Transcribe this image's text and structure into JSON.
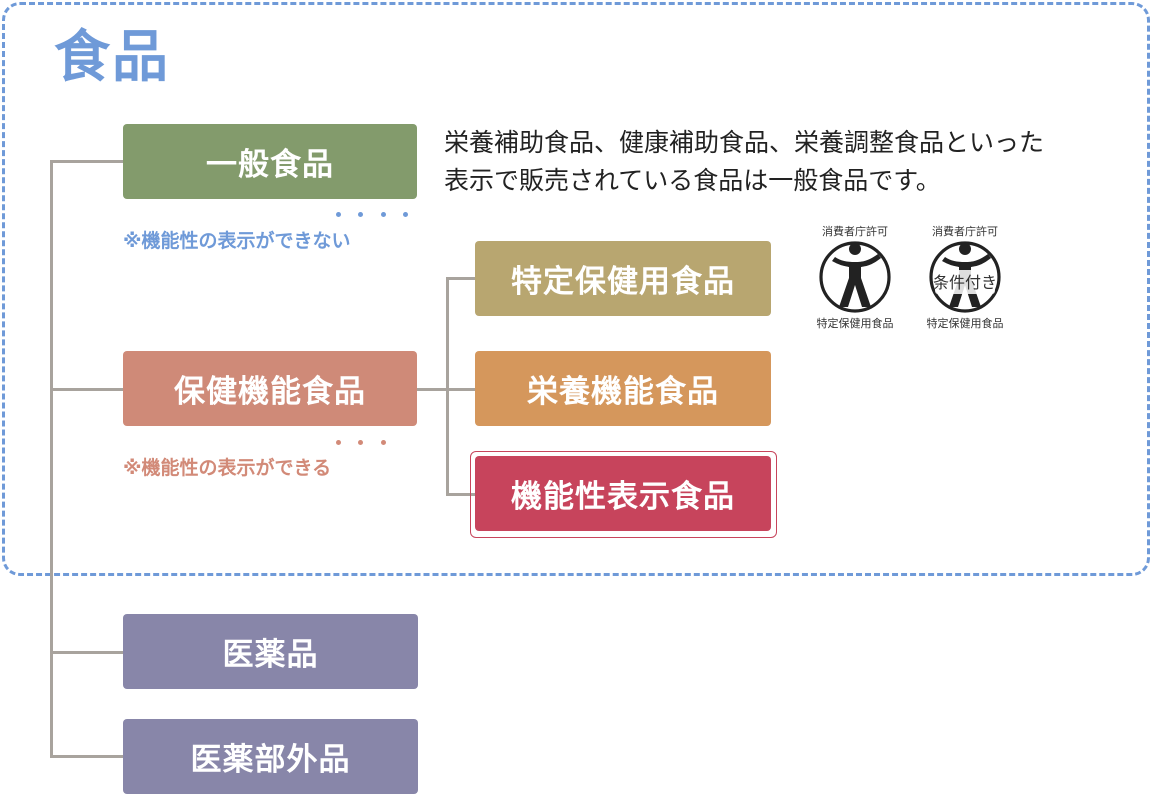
{
  "title": "食品",
  "boxes": {
    "general": "一般食品",
    "health": "保健機能食品",
    "foshu": "特定保健用食品",
    "nutrient": "栄養機能食品",
    "function": "機能性表示食品",
    "drug": "医薬品",
    "quasi_drug": "医薬部外品"
  },
  "notes": {
    "general": "※機能性の表示ができない",
    "health": "※機能性の表示ができる"
  },
  "description": "栄養補助食品、健康補助食品、栄養調整食品といった\n表示で販売されている食品は一般食品です。",
  "seals": {
    "foshu": {
      "top_text": "消費者庁許可",
      "bottom_text": "特定保健用食品"
    },
    "conditional": {
      "top_text": "消費者庁許可",
      "center_text": "条件付き",
      "bottom_text": "特定保健用食品"
    }
  },
  "colors": {
    "frame": "#6f9ad8",
    "general": "#839b6c",
    "health": "#cf8a78",
    "foshu": "#b8a670",
    "nutrient": "#d5975c",
    "function": "#c7445c",
    "drug": "#8886a9",
    "connector": "#a8a39d"
  }
}
